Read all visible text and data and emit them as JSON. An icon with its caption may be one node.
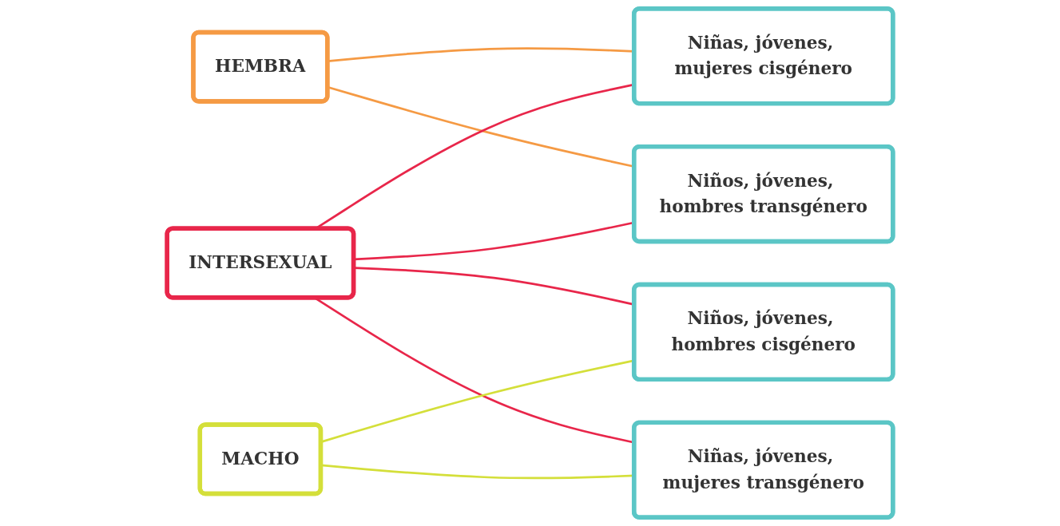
{
  "diagram": {
    "nodes": [
      {
        "text": [
          "HEMBRA"
        ]
      },
      {
        "text": [
          "INTERSEXUAL"
        ]
      },
      {
        "text": [
          "MACHO"
        ]
      },
      {
        "text": [
          "Niñas, jóvenes, mujeres cisgénero"
        ]
      },
      {
        "text": [
          "Niños, jóvenes, hombres cisgénero"
        ]
      },
      {
        "text": [
          "Niñas, jóvenes, mujeres transgénero"
        ]
      },
      {
        "text": [
          "Niños, jóvenes, hombres transgénero"
        ]
      }
    ],
    "edges": [
      {
        "from": 0,
        "to": 3,
        "arrow": "none",
        "color": "#f59a44"
      },
      {
        "from": 0,
        "to": 6,
        "arrow": "none",
        "color": "#f59a44"
      },
      {
        "from": 1,
        "to": 3,
        "arrow": "none",
        "color": "#e8264a"
      },
      {
        "from": 1,
        "to": 4,
        "arrow": "none",
        "color": "#e8264a"
      },
      {
        "from": 1,
        "to": 6,
        "arrow": "none",
        "color": "#e8264a"
      },
      {
        "from": 1,
        "to": 5,
        "arrow": "none",
        "color": "#e8264a"
      },
      {
        "from": 2,
        "to": 4,
        "arrow": "none",
        "color": "#d4df3a"
      },
      {
        "from": 2,
        "to": 5,
        "arrow": "none",
        "color": "#d4df3a"
      }
    ]
  }
}
